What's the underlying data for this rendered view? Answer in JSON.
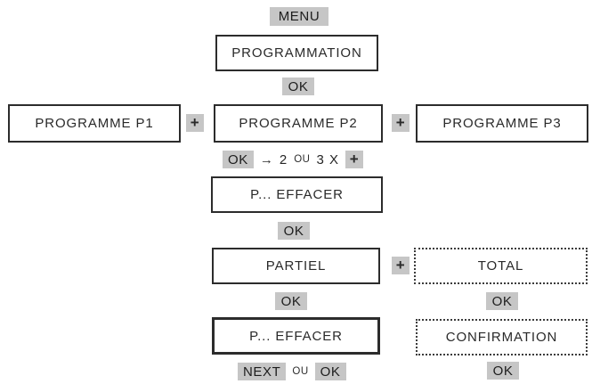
{
  "colors": {
    "background": "#ffffff",
    "key_background": "#c6c6c6",
    "box_border": "#2c2c2c",
    "dotted_box_border": "#3c3c3c",
    "text": "#1e1e1e"
  },
  "flow": {
    "menu_key": "MENU",
    "programmation": "PROGRAMMATION",
    "ok_after_programmation": "OK",
    "programme_p1": "PROGRAMME P1",
    "plus_between_p1_p2": "+",
    "programme_p2": "PROGRAMME P2",
    "plus_between_p2_p3": "+",
    "programme_p3": "PROGRAMME P3",
    "select_sequence": {
      "ok_key": "OK",
      "arrow": "→",
      "count_first": "2",
      "ou": "ou",
      "count_second": "3 X",
      "plus_key": "+"
    },
    "p_effacer_first": "P... EFFACER",
    "ok_after_effacer": "OK",
    "partiel": "PARTIEL",
    "plus_between_partiel_total": "+",
    "total": "TOTAL",
    "ok_under_partiel": "OK",
    "ok_under_total": "OK",
    "p_effacer_second": "P... EFFACER",
    "confirmation": "CONFIRMATION",
    "final_sequence": {
      "next_key": "NEXT",
      "ou": "ou",
      "ok_key": "OK"
    },
    "ok_under_confirmation": "OK"
  }
}
